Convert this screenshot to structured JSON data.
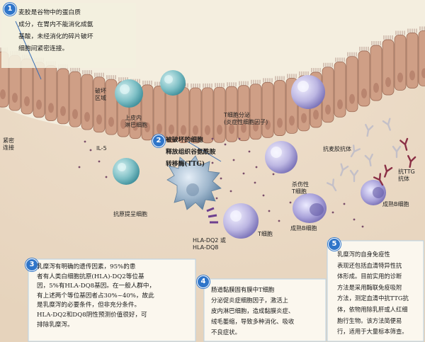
{
  "badges": [
    "1",
    "2",
    "3",
    "4",
    "5"
  ],
  "callouts": {
    "c1": [
      "麦胶是谷物中的蛋白质",
      "成分，在胃内不能消化成氨",
      "基酸，未经消化的碎片破坏",
      "细胞间紧密连接。"
    ],
    "c2": [
      "被破坏的细胞",
      "释放组织谷氨酰胺",
      "转移酶(TTG)"
    ],
    "c3": [
      "乳糜泻有明确的遗传因素，95%的患",
      "者有人类白细胞抗原(HLA)-DQ2等位基",
      "因，5%有HLA-DQ8基因。在一般人群中，",
      "有上述两个等位基因者占30%~40%，故此",
      "是乳糜泻的必要条件，但非充分条件。",
      "HLA-DQ2和DQ8阴性预测价值很好，可",
      "排除乳糜泻。"
    ],
    "c4": [
      "肠道黏膜固有膜中T细胞",
      "分泌促炎症细胞因子，激活上",
      "皮内淋巴细胞，造成黏膜炎症、",
      "绒毛萎缩，导致多种消化、吸收",
      "不良症状。"
    ],
    "c5": [
      "乳糜泻的自身免疫性",
      "表现还包括血清特异性抗",
      "体形成。目前实用的诊断",
      "方法是采用酶联免疫吸附",
      "方法，测定血清中抗TTG抗",
      "体，依物用除乳肝或人红细",
      "胞行生物。该方法简便易",
      "行，适用于大量标本筛查。"
    ]
  },
  "labels": {
    "tight_junction": [
      "紧密",
      "连接"
    ],
    "damaged_area": [
      "破坏",
      "区域"
    ],
    "iel": [
      "上皮内",
      "淋巴细胞"
    ],
    "il5": "IL-5",
    "apc": "抗原提呈细胞",
    "hla": [
      "HLA-DQ2 或",
      "HLA-DQ8"
    ],
    "tcell": "T细胞",
    "cytokines": [
      "T细胞分泌",
      "(炎症性细胞因子)"
    ],
    "killer": [
      "杀伤性",
      "T细胞"
    ],
    "gliadin_ab": "抗麦胶抗体",
    "mature_b1": "成熟B细胞",
    "mature_b2": "成熟B细胞",
    "anti_ttg": [
      "抗TTG",
      "抗体"
    ]
  },
  "colors": {
    "background": "#efe8d8",
    "lumen": "#f4eedf",
    "enterocyte": "#cf9f86",
    "lamina": "#ecdcc8",
    "badge": "#2f75c9",
    "iel": "#7fc0c6",
    "killer_t": "#bcb6e2",
    "b_cell": "#9f98d4",
    "apc": "#9eb6cc"
  }
}
